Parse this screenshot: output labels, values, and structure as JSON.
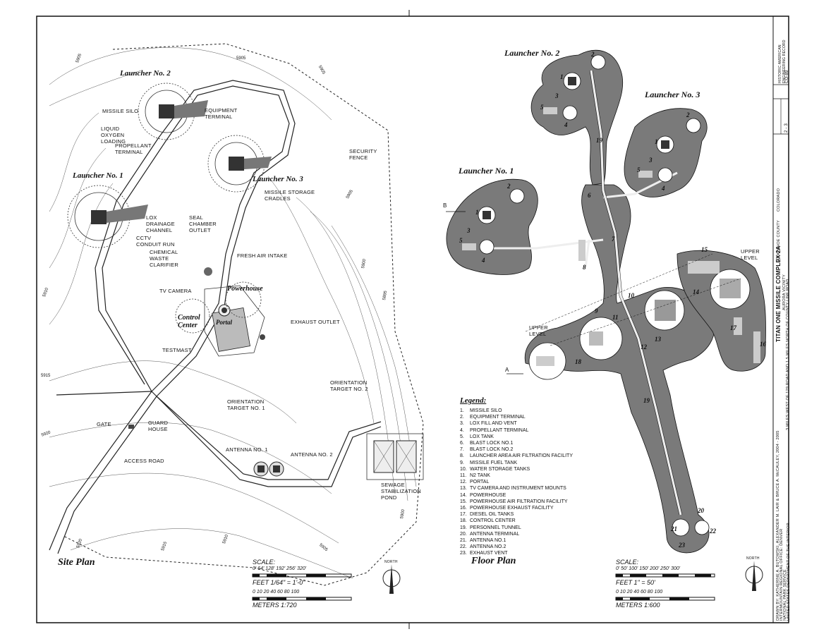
{
  "site_plan": {
    "title": "Site Plan",
    "labels": {
      "launcher2": "Launcher No. 2",
      "launcher1": "Launcher No. 1",
      "launcher3": "Launcher No. 3",
      "missile_silo": "MISSILE SILO",
      "equipment_terminal": "EQUIPMENT TERMINAL",
      "liquid_oxygen": "LIQUID OXYGEN LOADING",
      "propellant_terminal": "PROPELLANT TERMINAL",
      "security_fence": "SECURITY FENCE",
      "missile_storage": "MISSILE STORAGE CRADLES",
      "lox_drainage": "LOX DRAINAGE CHANNEL",
      "seal_chamber": "SEAL CHAMBER OUTLET",
      "cctv": "CCTV CONDUIT RUN",
      "chemical_waste": "CHEMICAL WASTE CLARIFIER",
      "fresh_air": "FRESH AIR INTAKE",
      "tv_camera": "TV CAMERA",
      "powerhouse": "Powerhouse",
      "control_center": "Control Center",
      "portal": "Portal",
      "exhaust_outlet": "EXHAUST OUTLET",
      "testmast": "TESTMAST",
      "orientation1": "ORIENTATION TARGET NO. 1",
      "orientation2": "ORIENTATION TARGET NO. 2",
      "gate": "GATE",
      "guard_house": "GUARD HOUSE",
      "access_road": "ACCESS ROAD",
      "antenna1": "ANTENNA NO. 1",
      "antenna2": "ANTENNA NO. 2",
      "sewage": "SEWAGE STABILIZATION POND"
    },
    "contours": [
      "5905",
      "5905",
      "5905",
      "5905",
      "5900",
      "5895",
      "5910",
      "5915",
      "5920",
      "5920",
      "5915",
      "5910",
      "5905",
      "5900"
    ],
    "scale": {
      "title": "SCALE:",
      "feet_ticks": "0'      64'      128'      192'      256'      320'",
      "feet_label": "FEET    1/64\" = 1'-0\"",
      "meter_ticks": "0    10    20         40          60          80         100",
      "meter_label": "METERS  1:720"
    },
    "north": "NORTH"
  },
  "floor_plan": {
    "title": "Floor Plan",
    "labels": {
      "launcher2": "Launcher No. 2",
      "launcher3": "Launcher No. 3",
      "launcher1": "Launcher No. 1",
      "upper_level_a": "UPPER LEVEL",
      "upper_level_b": "UPPER LEVEL",
      "section_b": "B",
      "section_a": "A"
    },
    "numbers": [
      "1",
      "2",
      "3",
      "4",
      "5",
      "1",
      "2",
      "3",
      "4",
      "5",
      "1",
      "2",
      "3",
      "4",
      "5",
      "6",
      "7",
      "8",
      "9",
      "10",
      "11",
      "12",
      "13",
      "14",
      "15",
      "16",
      "17",
      "18",
      "19",
      "19",
      "20",
      "21",
      "22",
      "23"
    ],
    "scale": {
      "title": "SCALE:",
      "feet_ticks": "0'   50'   100'   150'   200'   250'   300'",
      "feet_label": "FEET    1\" = 50'",
      "meter_ticks": "0    10    20         40          60          80         100",
      "meter_label": "METERS  1:600"
    },
    "north": "NORTH"
  },
  "legend": {
    "title": "Legend:",
    "items": [
      "MISSILE SILO",
      "EQUIPMENT TERMINAL",
      "LOX FILL AND VENT",
      "PROPELLANT TERMINAL",
      "LOX TANK",
      "BLAST LOCK No.1",
      "BLAST LOCK No.2",
      "LAUNCHER AREA AIR FILTRATION FACILITY",
      "MISSILE FUEL TANK",
      "WATER STORAGE TANKS",
      "N2 TANK",
      "PORTAL",
      "TV CAMERA AND INSTRUMENT MOUNTS",
      "POWERHOUSE",
      "POWERHOUSE AIR FILTRATION FACILITY",
      "POWERHOUSE EXHAUST FACILITY",
      "DIESEL OIL TANKS",
      "CONTROL CENTER",
      "PERSONNEL TUNNEL",
      "ANTENNA TERMINAL",
      "ANTENNA No.1",
      "ANTENNA No.2",
      "EXHAUST VENT"
    ]
  },
  "title_block": {
    "agency": "HISTORIC AMERICAN ENGINEERING RECORD",
    "record": "CO-89",
    "sheet": "2 - 3",
    "state": "COLORADO",
    "county": "ARAPAHOE COUNTY",
    "project": "TITAN ONE MISSILE COMPLEX 2A",
    "location": "AURORA VICINITY",
    "address": "3 MILES WEST OF 129 ROAD AND 1.5 MILES NORTH OF COUNTY LINE ROAD",
    "office": "INTERMOUNTAIN REGIONAL OFFICE: DENVER",
    "service": "NATIONAL PARK SERVICE",
    "dept": "UNITED STATES DEPARTMENT OF THE INTERIOR",
    "drawn_by": "DRAWN BY: KATHERINE A. BUTOWSKI, ALEXANDER M. LAIR & BRUCE A. McCAULEY, 2004 - 2005"
  }
}
